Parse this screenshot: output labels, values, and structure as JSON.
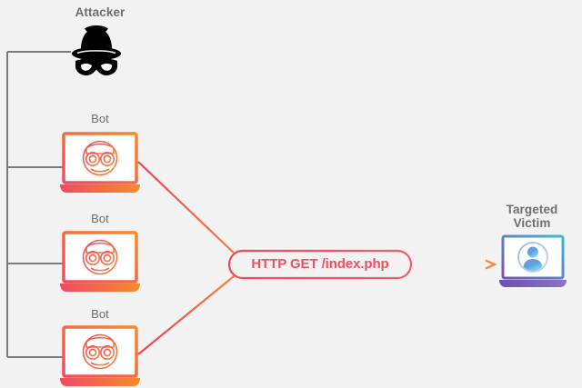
{
  "diagram": {
    "title_text": "",
    "background_color": "#f2f2f2",
    "nodes": {
      "attacker": {
        "label": "Attacker",
        "icon": "hat-mask-icon",
        "icon_color": "#000000"
      },
      "bots": [
        {
          "label": "Bot",
          "icon": "robot-laptop-icon"
        },
        {
          "label": "Bot",
          "icon": "robot-laptop-icon"
        },
        {
          "label": "Bot",
          "icon": "robot-laptop-icon"
        }
      ],
      "victim": {
        "label": "Targeted\nVictim",
        "icon": "user-laptop-icon"
      }
    },
    "request_label": {
      "text": "HTTP GET /index.php",
      "border_color": "#ef5060",
      "text_color": "#ef5060"
    },
    "colors": {
      "bracket_line": "#7a7a7a",
      "label_text": "#6e6e6e",
      "bot_gradient_start": "#f0565f",
      "bot_gradient_end": "#f58634",
      "arrow_gradient_start": "#ef4056",
      "arrow_gradient_end": "#f5853f",
      "victim_gradient_start": "#7b52ab",
      "victim_gradient_end": "#3bb7e0",
      "accent": "#ef5060"
    }
  }
}
